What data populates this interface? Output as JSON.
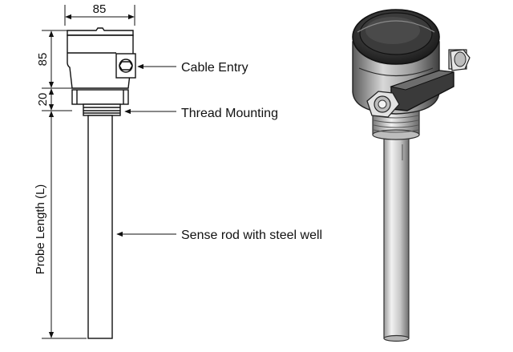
{
  "dimensions": {
    "head_width": "85",
    "head_height": "85",
    "thread_height": "20",
    "probe_length": "Probe Length (L)"
  },
  "callouts": {
    "cable_entry": "Cable Entry",
    "thread_mounting": "Thread Mounting",
    "sense_rod": "Sense rod with steel well"
  }
}
